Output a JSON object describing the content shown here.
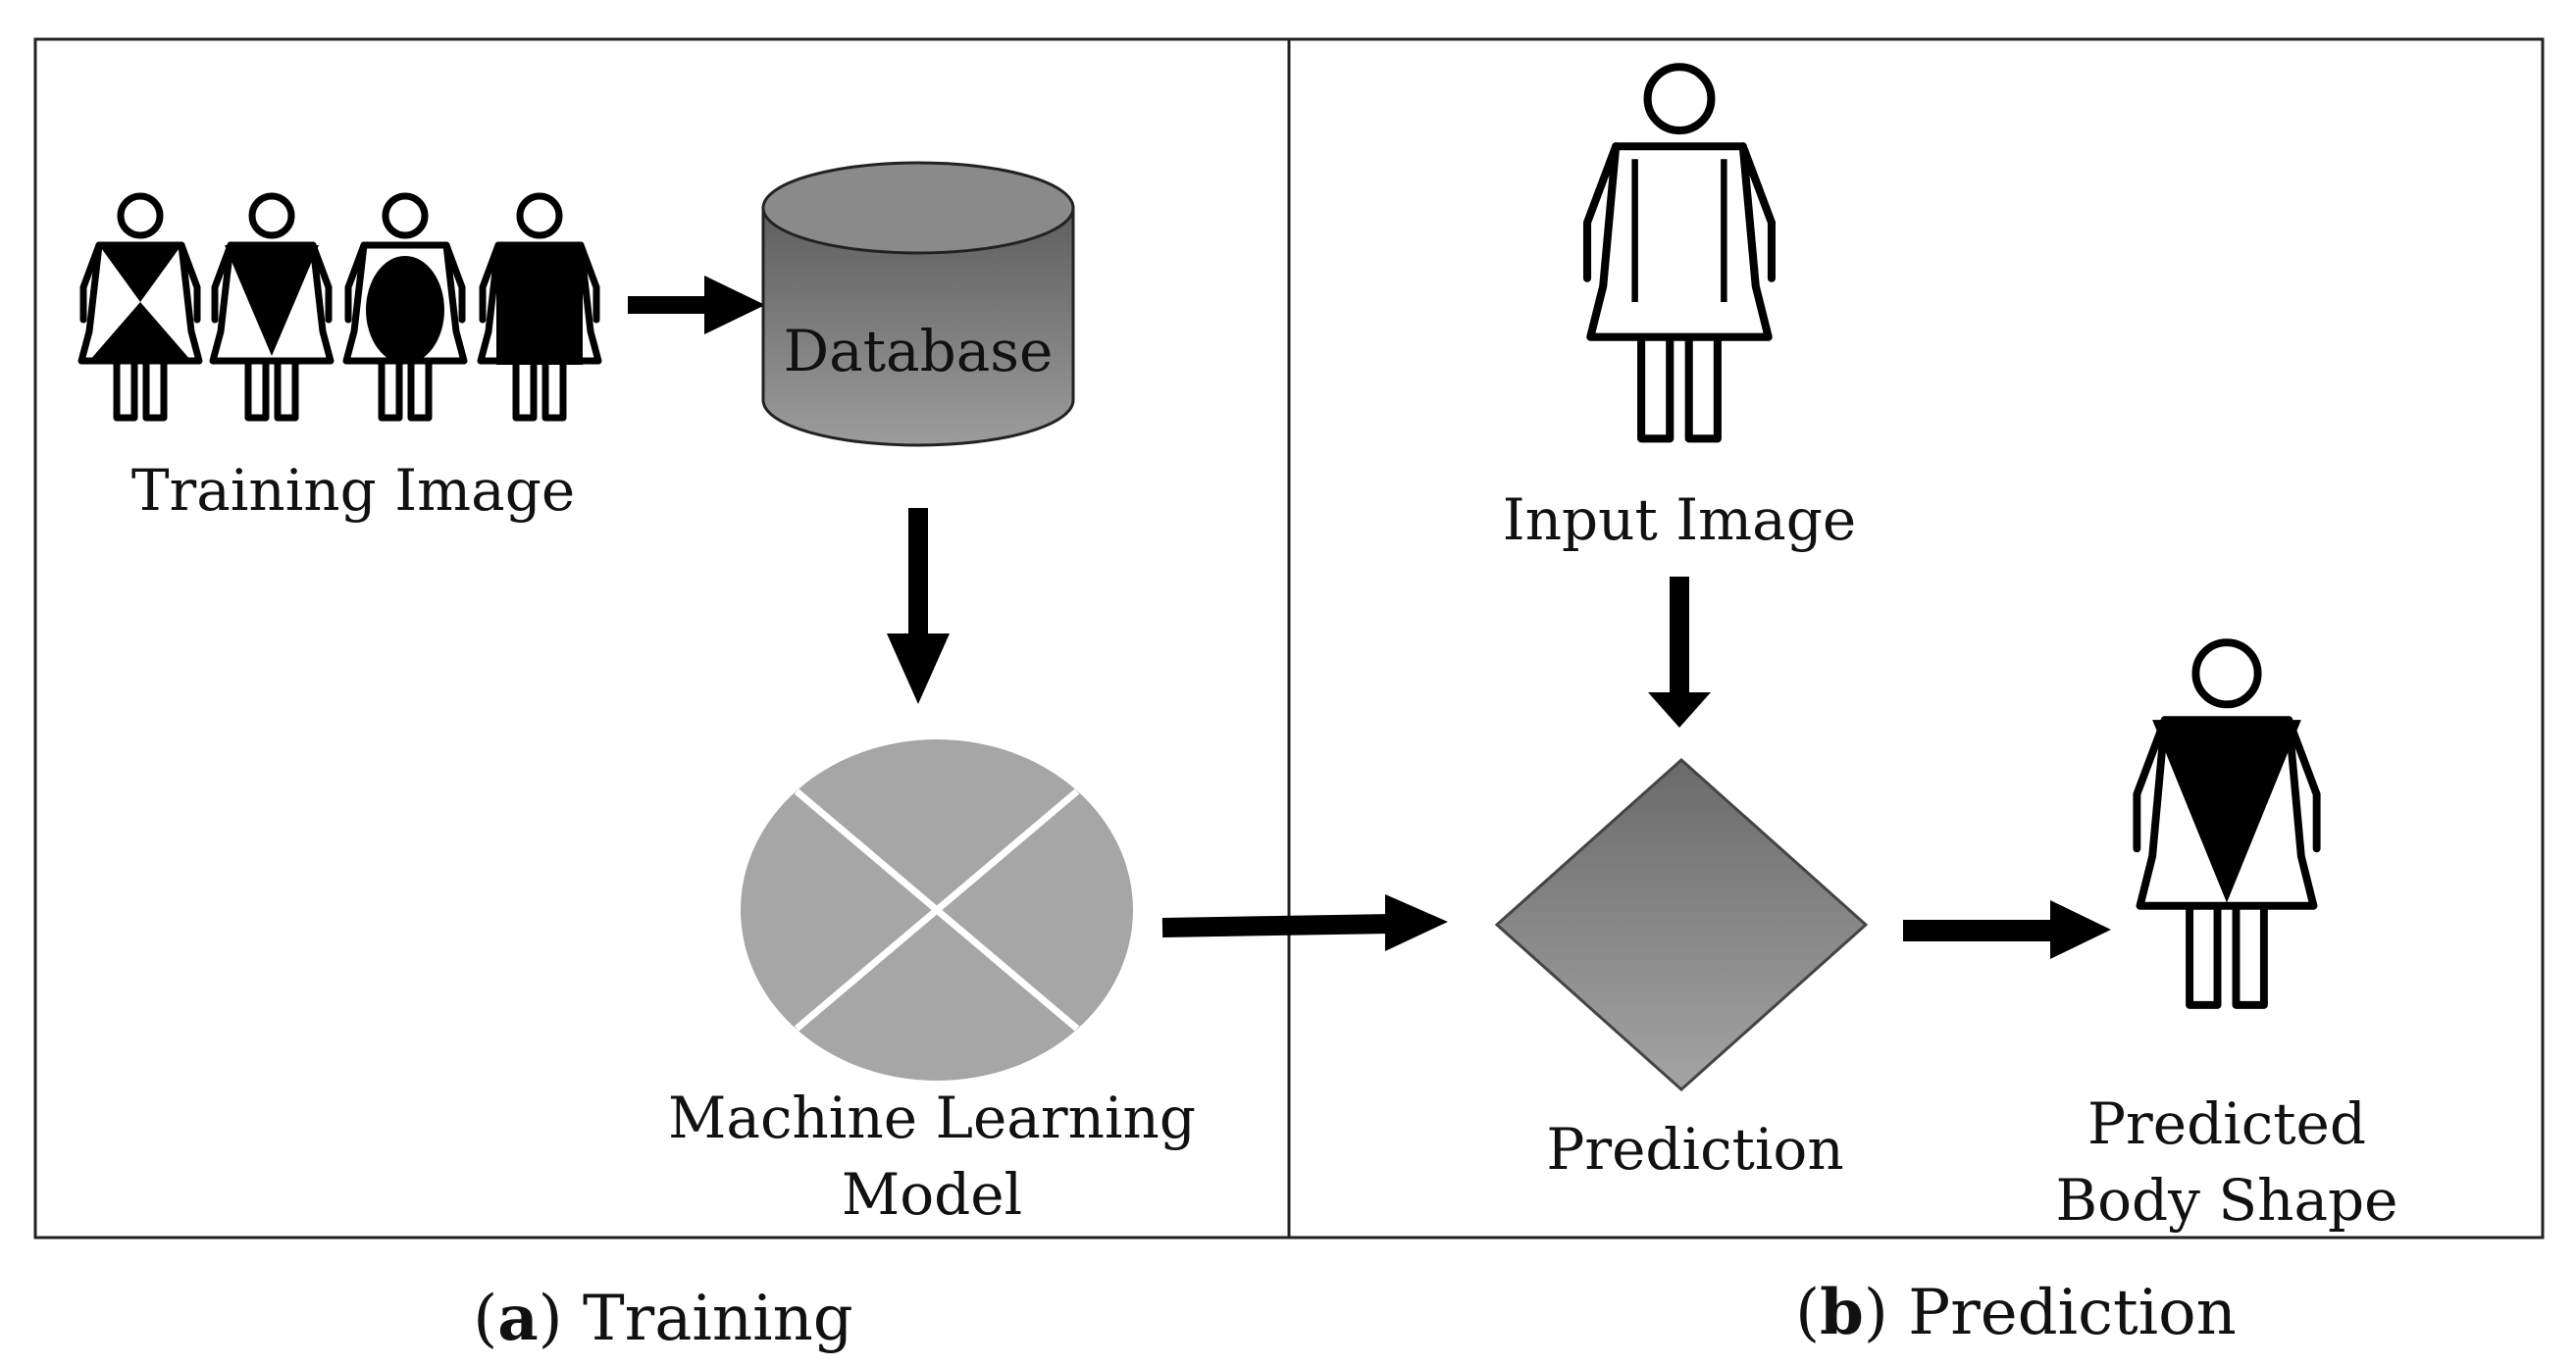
{
  "panel_a": {
    "training_image_label": "Training Image",
    "database_label": "Database",
    "model_label_line1": "Machine Learning",
    "model_label_line2": "Model",
    "caption_letter": "a",
    "caption_text": "Training"
  },
  "panel_b": {
    "input_image_label": "Input Image",
    "prediction_label": "Prediction",
    "predicted_label_line1": "Predicted",
    "predicted_label_line2": "Body Shape",
    "caption_letter": "b",
    "caption_text": "Prediction"
  },
  "colors": {
    "frame": "#222222",
    "arrow": "#000000",
    "cylinder_top": "#9a9a9a",
    "cylinder_body": "#7a7a7a",
    "model_disc": "#a6a6a6",
    "diamond": "#808080"
  }
}
